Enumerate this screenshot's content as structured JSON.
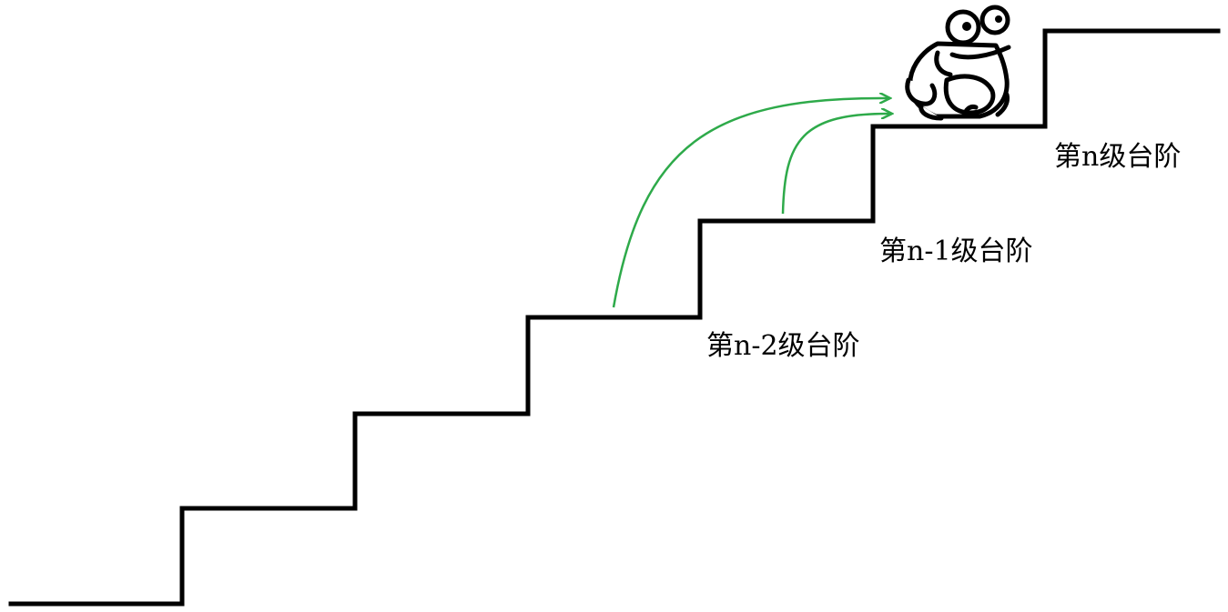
{
  "diagram": {
    "labels": {
      "step_n": "第n级台阶",
      "step_n_minus_1": "第n-1级台阶",
      "step_n_minus_2": "第n-2级台阶"
    },
    "colors": {
      "stair_line": "#000000",
      "arrow": "#2eaa4a",
      "frog_outline": "#000000",
      "frog_fill": "#ffffff"
    },
    "icons": {
      "frog": "frog-icon"
    }
  }
}
